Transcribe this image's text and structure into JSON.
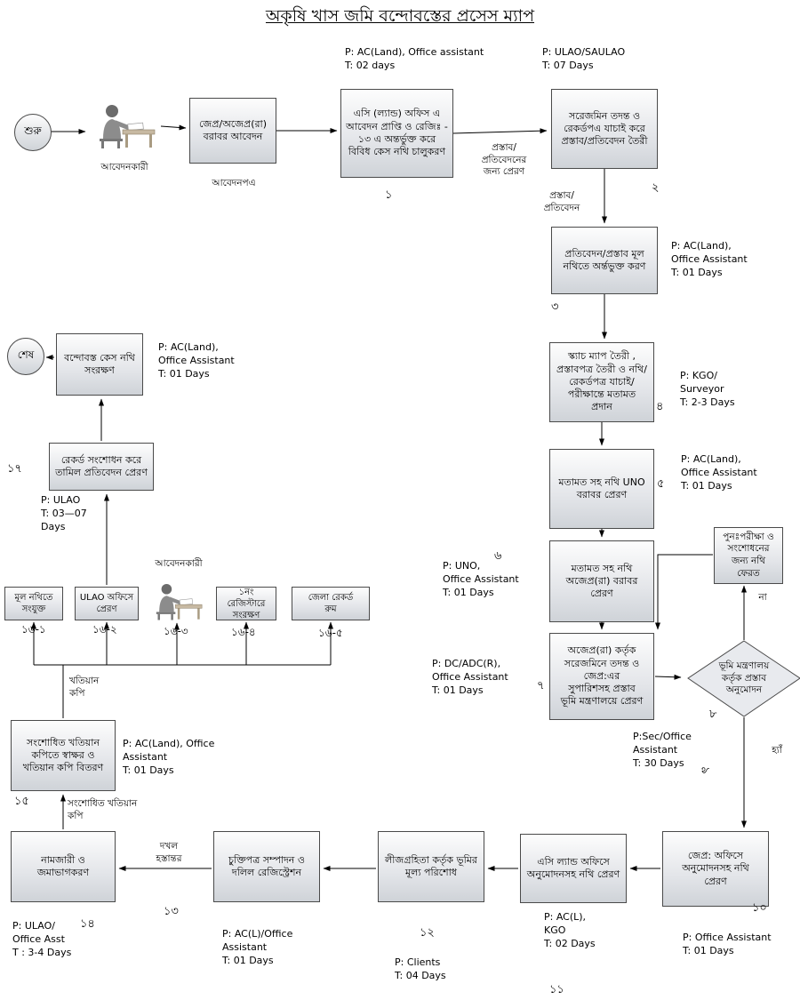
{
  "title": "অকৃষি খাস জমি বন্দোবস্তের প্রসেস ম্যাপ",
  "terminals": {
    "start": "শুরু",
    "end": "শেষ"
  },
  "labels": {
    "applicant_top": "আবেদনকারী",
    "applicant_mid": "আবেদনকারী",
    "application_doc": "আবেদনপএ",
    "send_for_proposal": "প্রস্তাব/\nপ্রতিবেদনের\nজন্য প্রেরণ",
    "proposal_report": "প্রস্তাব/\nপ্রতিবেদন",
    "yes": "হ্যাঁ",
    "no": "না",
    "possession": "দখল\nহস্তান্তর",
    "corrected_khatian": "সংশোধিত খতিয়ান\nকপি",
    "khatian_copy": "খতিয়ান\nকপি"
  },
  "nodes": {
    "apply": {
      "label": "জেপ্র/অজেপ্র(রা)\nবরাবর আবেদন"
    },
    "s1": {
      "label": "এসি (ল্যান্ড) অফিস এ\nআবেদন প্রাপ্তি ও রেজিঃ -\n১৩ এ অন্তর্ভুক্ত করে\nবিবিধ কেস নথি চালুকরণ",
      "num": "১",
      "annot": "P: AC(Land), Office assistant\nT: 02 days"
    },
    "s2": {
      "label": "সরেজমিন তদন্ত ও\nরেকর্ডপএ যাচাই করে\nপ্রস্তাব/প্রতিবেদন তৈরী",
      "num": "২",
      "annot": "P: ULAO/SAULAO\nT: 07 Days"
    },
    "s3": {
      "label": "প্রতিবেদন/প্রস্তাব মূল\nনথিতে অর্ন্তভুক্ত করণ",
      "num": "৩",
      "annot": "P:  AC(Land),\nOffice Assistant\nT:  01 Days"
    },
    "s4": {
      "label": "স্ক্যাচ ম্যাপ তৈরী ,\nপ্রস্তাবপত্র তৈরী ও নথি/\nরেকর্ডপত্র যাচাই/\nপরীক্ষান্তে মতামত\nপ্রদান",
      "num": "৪",
      "annot": "P: KGO/\nSurveyor\nT: 2-3 Days"
    },
    "s5": {
      "label": "মতামত সহ নথি UNO\nবরাবর প্রেরণ",
      "num": "৫",
      "annot": "P:  AC(Land),\nOffice Assistant\nT:  01 Days"
    },
    "s6": {
      "label": "মতামত সহ নথি\nঅজেপ্র(রা) বরাবর\nপ্রেরণ",
      "num": "৬",
      "annot": "P:  UNO,\nOffice Assistant\nT:  01 Days"
    },
    "s7": {
      "label": "অজেপ্র(রা) কর্তৃক\nসরেজমিনে তদন্ত ও\nজেপ্র:এর\nসুপারিশসহ প্রস্তাব\nভূমি মন্ত্রণালয়ে প্রেরণ",
      "num": "৭",
      "annot": "P:  DC/ADC(R),\nOffice Assistant\nT:  01 Days"
    },
    "d8": {
      "label": "ভূমি মন্ত্রণালয়\nকর্তৃক প্রস্তাব\nঅনুমোদন",
      "num": "৮",
      "annot": "P:Sec/Office\nAssistant\nT:  30 Days"
    },
    "ret": {
      "label": "পুনঃপরীক্ষা ও\nসংশোধনের\nজন্য নথি\nফেরত"
    },
    "n9": "৯",
    "s10": {
      "label": "জেপ্র: অফিসে\nঅনুমোদনসহ নথি\nপ্রেরণ",
      "num": "১০",
      "annot": "P:  Office Assistant\nT:  01 Days"
    },
    "s11": {
      "label": "এসি ল্যান্ড অফিসে\nঅনুমোদনসহ নথি প্রেরণ",
      "num": "১১",
      "annot": "P: AC(L),\nKGO\nT: 02 Days"
    },
    "s12": {
      "label": "লীজগ্রহিতা কর্তৃক ভূমির\nমূল্য পরিশোধ",
      "num": "১২",
      "annot": "P: Clients\nT: 04 Days"
    },
    "s13": {
      "label": "চুক্তিপত্র সম্পাদন ও\nদলিল রেজিস্ট্রেশন",
      "num": "১৩",
      "annot": "P: AC(L)/Office\nAssistant\nT: 01 Days"
    },
    "s14": {
      "label": "নামজারী ও\nজমাভাগকরণ",
      "num": "১৪",
      "annot": "P: ULAO/\nOffice Asst\nT : 3-4 Days"
    },
    "s15": {
      "label": "সংশোধিত খতিয়ান\nকপিতে স্বাক্ষর ও\nখতিয়ান কপি বিতরণ",
      "num": "১৫",
      "annot": "P: AC(Land), Office\nAssistant\nT: 01 Days"
    },
    "b161": {
      "label": "মূল নথিতে\nসংযুক্ত",
      "num": "১৬-১"
    },
    "b162": {
      "label": "ULAO অফিসে\nপ্রেরণ",
      "num": "১৬-২"
    },
    "b163": {
      "num": "১৬-৩"
    },
    "b164": {
      "label": "১নং রেজিস্টারে\nসংরক্ষণ",
      "num": "১৬-৪"
    },
    "b165": {
      "label": "জেলা রেকর্ড\nরুম",
      "num": "১৬-৫"
    },
    "s17": {
      "label": "রেকর্ড সংশোধন করে\nতামিল প্রতিবেদন প্রেরণ",
      "num": "১৭",
      "annot": "P: ULAO\nT: 03—07\nDays"
    },
    "final": {
      "label": "বন্দোবস্ত কেস নথি\nসংরক্ষণ",
      "annot": "P:  AC(Land),\nOffice Assistant\nT:  01 Days"
    }
  }
}
